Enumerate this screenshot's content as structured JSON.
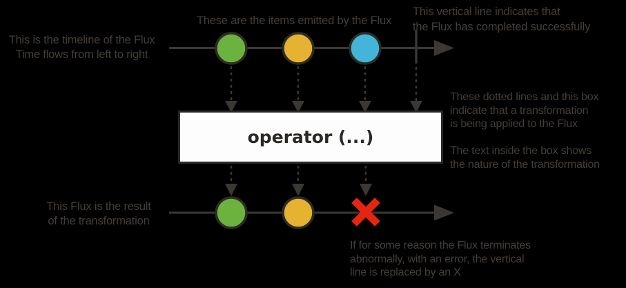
{
  "diagram": {
    "title_semantic": "Flux marble diagram explanation",
    "annotations": {
      "timeline": "This is the timeline of the Flux\nTime flows from left to right",
      "items": "These are the items emitted by the Flux",
      "complete": "This vertical line indicates that\nthe Flux has completed successfully",
      "transform": "These dotted lines and this box\nindicate that a transformation\nis being applied to the Flux",
      "box_text": "The text inside the box shows\nthe nature of the transformation",
      "result": "This Flux is the result\nof the transformation",
      "error": "If for some reason the Flux terminates\nabnormally, with an error, the vertical\nline is replaced by an X"
    },
    "operator_box": {
      "label": "operator (...)"
    },
    "source_flux": {
      "marbles": [
        "green",
        "yellow",
        "blue"
      ],
      "terminal": "complete"
    },
    "result_flux": {
      "marbles": [
        "green",
        "yellow"
      ],
      "terminal": "error"
    },
    "colors": {
      "background": "#000000",
      "annotation_text": "#453e38",
      "line": "#3b3733",
      "marble_stroke": "#2e2b27",
      "marble_green": "#6bb23f",
      "marble_yellow": "#e5b232",
      "marble_blue": "#43b5d9",
      "error_red": "#e4250f",
      "box_background": "#fdfdfd",
      "box_border": "#2b2825",
      "box_text": "#2b2825"
    }
  }
}
